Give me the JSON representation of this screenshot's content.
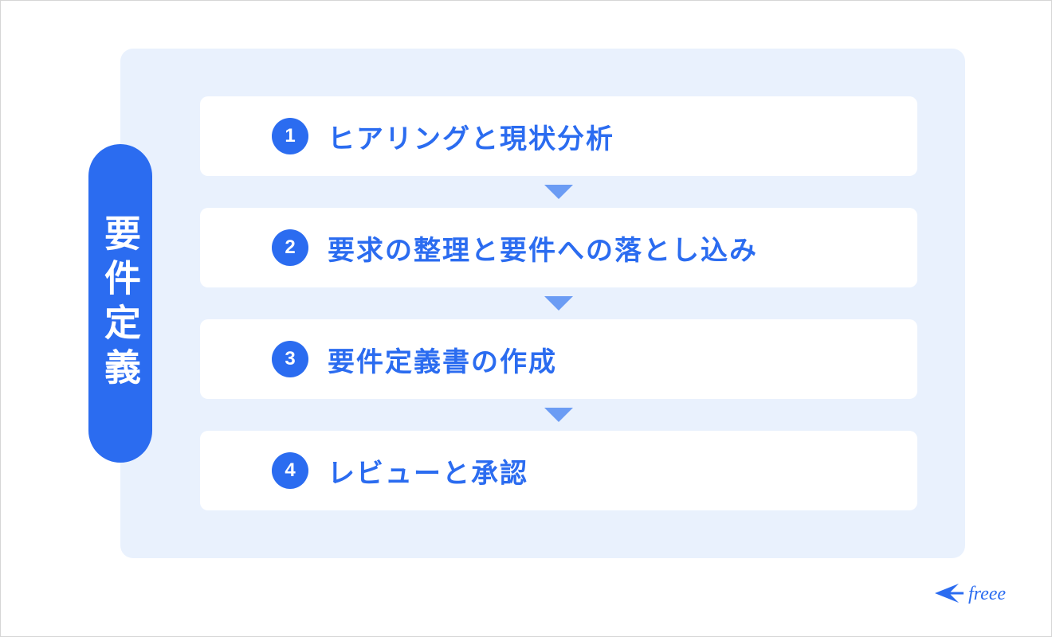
{
  "side_label": "要件定義",
  "steps": [
    {
      "number": "1",
      "label": "ヒアリングと現状分析"
    },
    {
      "number": "2",
      "label": "要求の整理と要件への落とし込み"
    },
    {
      "number": "3",
      "label": "要件定義書の作成"
    },
    {
      "number": "4",
      "label": "レビューと承認"
    }
  ],
  "logo": {
    "text": "freee",
    "icon": "freee-bird-logo"
  },
  "colors": {
    "accent": "#2b6cf0",
    "panel": "#e9f1fd",
    "arrow": "#6b9cf4"
  }
}
